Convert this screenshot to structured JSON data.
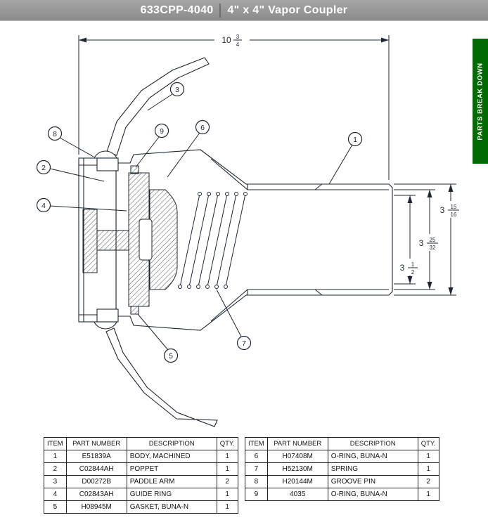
{
  "header": {
    "part_number": "633CPP-4040",
    "title": "4\" x 4\" Vapor Coupler"
  },
  "side_tab": {
    "label": "PARTS BREAK DOWN",
    "color": "#016a01"
  },
  "drawing": {
    "callouts": [
      "1",
      "2",
      "3",
      "4",
      "5",
      "6",
      "7",
      "8",
      "9"
    ],
    "dims": {
      "length": {
        "whole": "10",
        "num": "3",
        "den": "4"
      },
      "d1": {
        "whole": "3",
        "num": "15",
        "den": "16"
      },
      "d2": {
        "whole": "3",
        "num": "25",
        "den": "32"
      },
      "d3": {
        "whole": "3",
        "num": "1",
        "den": "2"
      }
    }
  },
  "tables": {
    "headers": {
      "item": "ITEM",
      "part_number": "PART NUMBER",
      "description": "DESCRIPTION",
      "qty": "QTY."
    },
    "left": {
      "rows": [
        {
          "item": "1",
          "part_number": "E51839A",
          "description": "BODY, MACHINED",
          "qty": "1"
        },
        {
          "item": "2",
          "part_number": "C02844AH",
          "description": "POPPET",
          "qty": "1"
        },
        {
          "item": "3",
          "part_number": "D00272B",
          "description": "PADDLE ARM",
          "qty": "2"
        },
        {
          "item": "4",
          "part_number": "C02843AH",
          "description": "GUIDE RING",
          "qty": "1"
        },
        {
          "item": "5",
          "part_number": "H08945M",
          "description": "GASKET, BUNA-N",
          "qty": "1"
        }
      ]
    },
    "right": {
      "rows": [
        {
          "item": "6",
          "part_number": "H07408M",
          "description": "O-RING, BUNA-N",
          "qty": "1"
        },
        {
          "item": "7",
          "part_number": "H52130M",
          "description": "SPRING",
          "qty": "1"
        },
        {
          "item": "8",
          "part_number": "H20144M",
          "description": "GROOVE PIN",
          "qty": "2"
        },
        {
          "item": "9",
          "part_number": "4035",
          "description": "O-RING, BUNA-N",
          "qty": "1"
        }
      ]
    }
  }
}
